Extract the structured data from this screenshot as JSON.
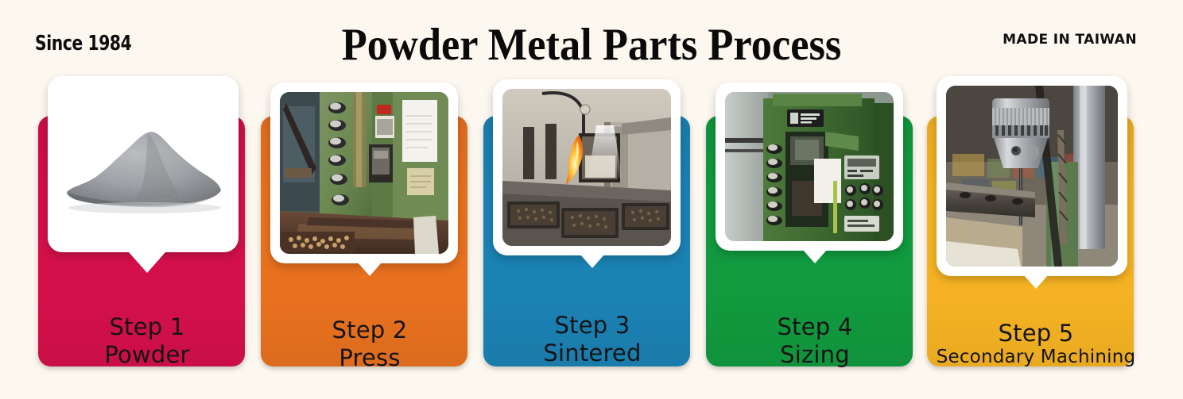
{
  "page": {
    "background_color": "#FCF8F0",
    "title": "Powder Metal Parts Process",
    "since_badge": "Since 1984",
    "origin_badge": "MADE IN TAIWAN"
  },
  "steps": [
    {
      "number": "Step 1",
      "name": "Powder",
      "color": "#D4104A",
      "photo_alt": "grey-metal-powder-heap",
      "name_size": "large"
    },
    {
      "number": "Step 2",
      "name": "Press",
      "color": "#E8711F",
      "photo_alt": "green-compacting-press-machine",
      "name_size": "large"
    },
    {
      "number": "Step 3",
      "name": "Sintered",
      "color": "#1B82B4",
      "photo_alt": "sintering-furnace-with-flame",
      "name_size": "large"
    },
    {
      "number": "Step 4",
      "name": "Sizing",
      "color": "#119A3F",
      "photo_alt": "green-sizing-press-control-panel",
      "name_size": "large"
    },
    {
      "number": "Step 5",
      "name": "Secondary Machining",
      "color": "#F5B323",
      "photo_alt": "drill-press-chuck-machining-part",
      "name_size": "small"
    }
  ]
}
